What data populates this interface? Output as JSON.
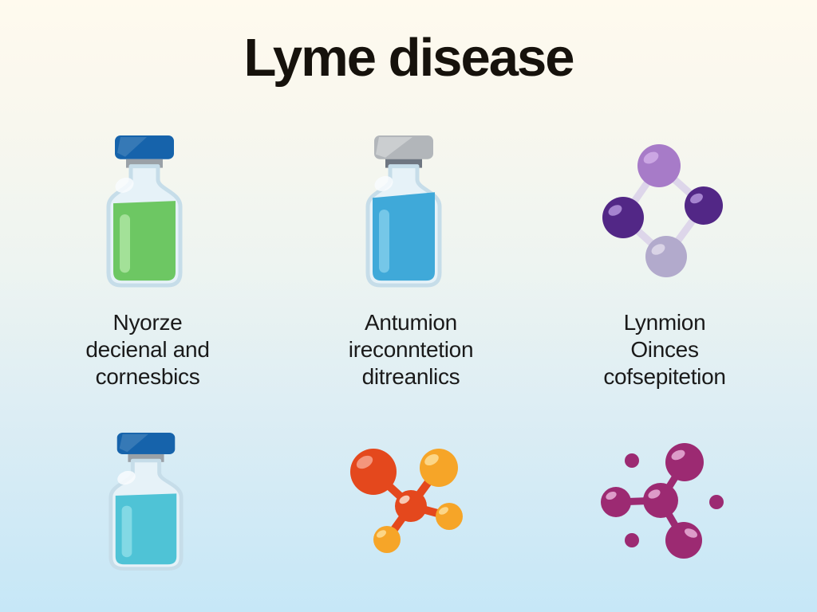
{
  "title": "Lyme disease",
  "captions": [
    {
      "lines": [
        "Nyorze",
        "decienal and",
        "cornesbics"
      ]
    },
    {
      "lines": [
        "Antumion",
        "ireconntetion",
        "ditreanlics"
      ]
    },
    {
      "lines": [
        "Lynmion",
        "Oinces",
        "cofsepitetion"
      ]
    }
  ],
  "icons": [
    "green-vial-icon",
    "blue-vial-icon",
    "purple-molecule-icon",
    "cyan-vial-icon",
    "orange-molecule-icon",
    "magenta-molecule-icon"
  ],
  "colors": {
    "bg_top": "#fffaee",
    "bg_bottom": "#c6e7f7",
    "title_text": "#16120c",
    "caption_text": "#1a1a1a",
    "blue_cap": "#1663ab",
    "gray_cap": "#b2b6ba",
    "gray_cap_shine": "#cdd0d3",
    "band_gray": "#9aa1a7",
    "band_dark": "#6e7681",
    "glass_fill": "#e6f2f8",
    "glass_stroke": "#c6dde9",
    "green_liquid": "#6dc763",
    "green_highlight": "#a9e39d",
    "blue_liquid": "#3fa9d9",
    "blue_highlight": "#7fccea",
    "cyan_liquid": "#4fc3d6",
    "cyan_highlight": "#8fdfe9",
    "purple_light": "#a77bc8",
    "purple_light_shine": "#cba6e3",
    "purple_dark": "#522786",
    "purple_dark_shine": "#a583cf",
    "purple_pale": "#b2aacc",
    "purple_pale_shine": "#d9d3e6",
    "purple_bond": "#ddd6ea",
    "orange_red": "#e4481d",
    "orange_red_shine": "#f4967c",
    "orange": "#f6a528",
    "orange_shine": "#fcd687",
    "magenta": "#9c2a72",
    "magenta_shine": "#dd9cc9"
  }
}
